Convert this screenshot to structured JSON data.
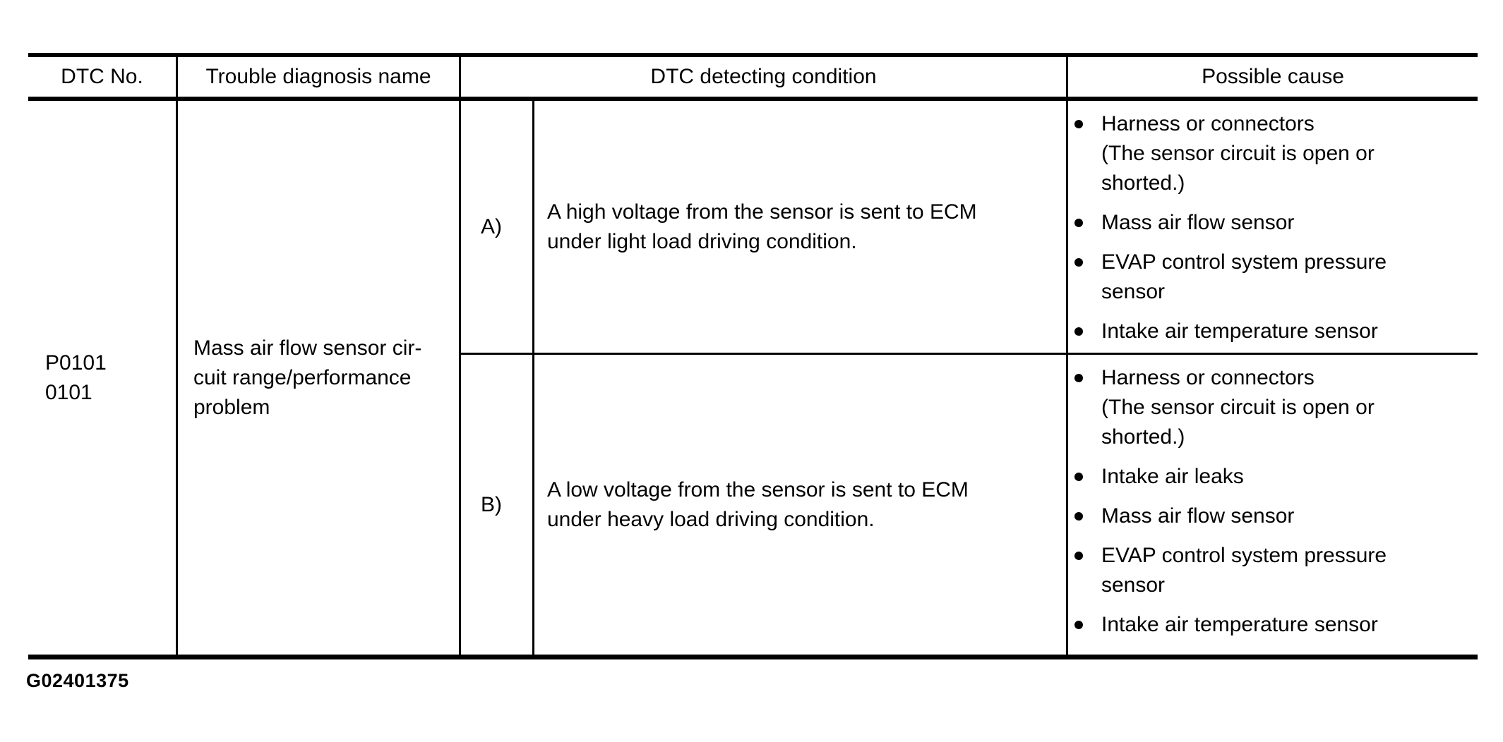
{
  "table": {
    "headers": {
      "dtc_no": "DTC No.",
      "trouble": "Trouble diagnosis name",
      "condition": "DTC detecting condition",
      "cause": "Possible cause"
    },
    "row": {
      "dtc_no": "P0101\n0101",
      "trouble_name": "Mass air flow sensor cir-\ncuit range/performance\nproblem",
      "conditions": [
        {
          "label": "A)",
          "text": "A high voltage from the sensor is sent to ECM\nunder light load driving condition.",
          "causes": [
            "Harness or connectors\n(The sensor circuit is open or\nshorted.)",
            "Mass air flow sensor",
            "EVAP control system pressure\nsensor",
            "Intake air temperature sensor"
          ]
        },
        {
          "label": "B)",
          "text": "A low voltage from the sensor is sent to ECM\nunder heavy load driving condition.",
          "causes": [
            "Harness or connectors\n(The sensor circuit is open or\nshorted.)",
            "Intake air leaks",
            "Mass air flow sensor",
            "EVAP control system pressure\nsensor",
            "Intake air temperature sensor"
          ]
        }
      ]
    }
  },
  "figure_id": "G02401375",
  "colors": {
    "background": "#ffffff",
    "text": "#000000",
    "border": "#000000"
  }
}
